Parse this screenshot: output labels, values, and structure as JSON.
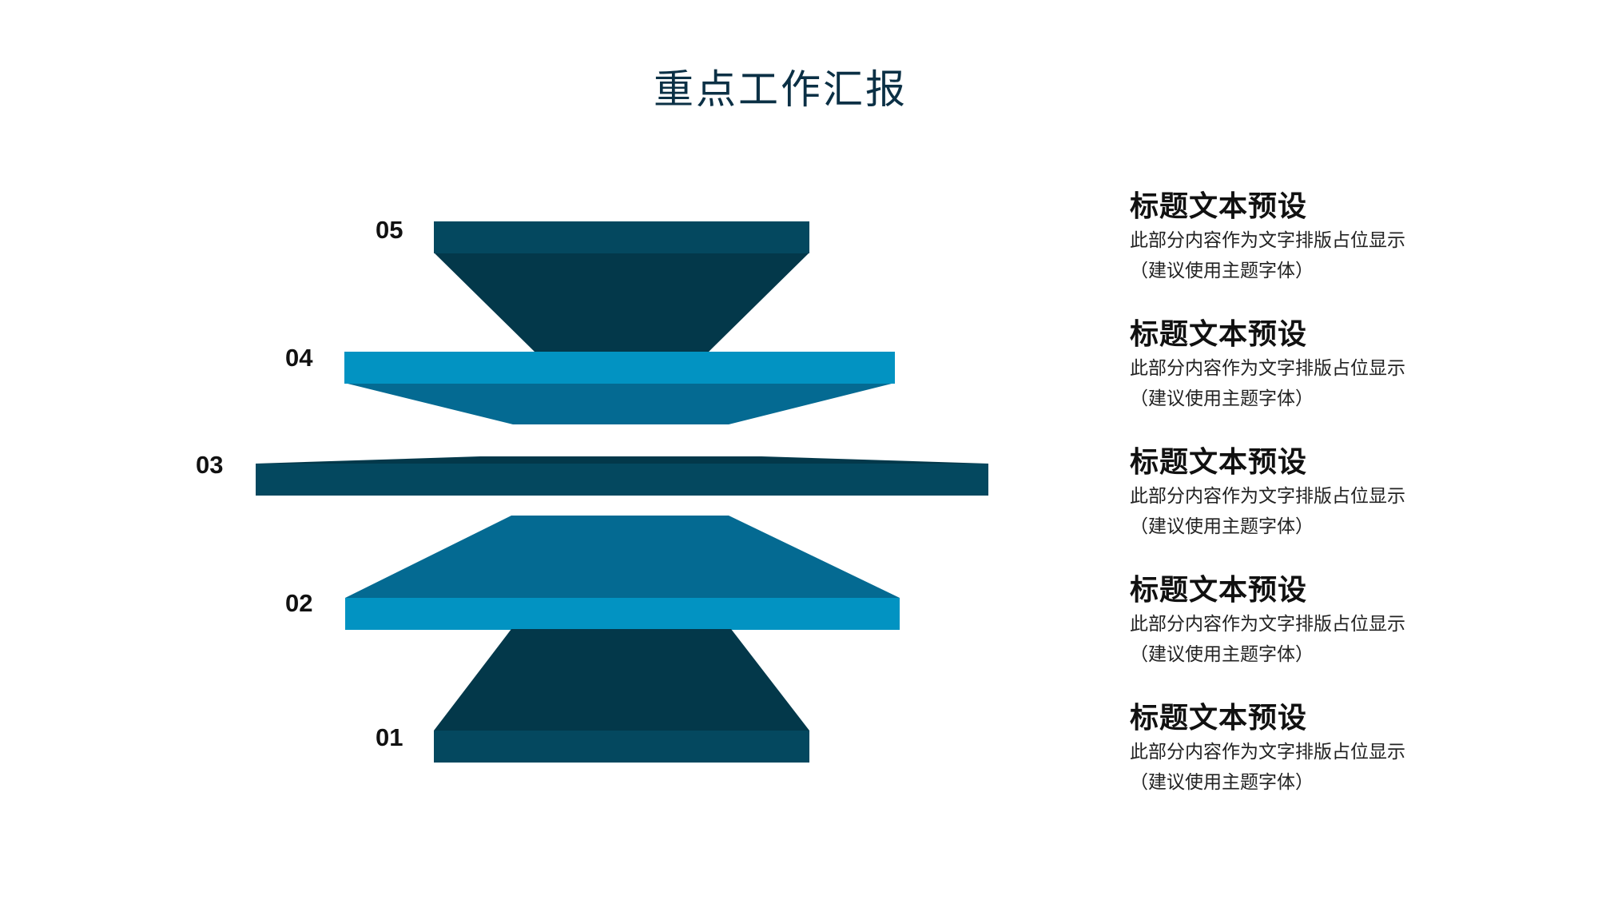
{
  "page": {
    "title": "重点工作汇报"
  },
  "colors": {
    "dark": "#03384a",
    "mid": "#046a92",
    "band_dark": "#04485f",
    "band_light": "#0293c2"
  },
  "layers": [
    {
      "number": "01"
    },
    {
      "number": "02"
    },
    {
      "number": "03"
    },
    {
      "number": "04"
    },
    {
      "number": "05"
    }
  ],
  "items": [
    {
      "title": "标题文本预设",
      "desc_line1": "此部分内容作为文字排版占位显示",
      "desc_line2": "（建议使用主题字体）"
    },
    {
      "title": "标题文本预设",
      "desc_line1": "此部分内容作为文字排版占位显示",
      "desc_line2": "（建议使用主题字体）"
    },
    {
      "title": "标题文本预设",
      "desc_line1": "此部分内容作为文字排版占位显示",
      "desc_line2": "（建议使用主题字体）"
    },
    {
      "title": "标题文本预设",
      "desc_line1": "此部分内容作为文字排版占位显示",
      "desc_line2": "（建议使用主题字体）"
    },
    {
      "title": "标题文本预设",
      "desc_line1": "此部分内容作为文字排版占位显示",
      "desc_line2": "（建议使用主题字体）"
    }
  ]
}
